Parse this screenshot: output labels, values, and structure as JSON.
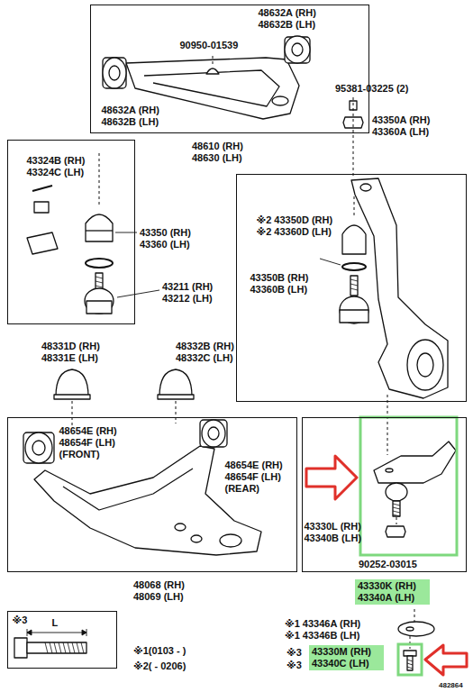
{
  "diagram": {
    "nodes": [
      {
        "text": [
          "48632A (RH) 48632B (LH)",
          "90950-01539",
          "48632A (RH) 48632B (LH)"
        ]
      },
      {
        "text": [
          "43324B (RH) 43324C (LH)"
        ]
      },
      {
        "text": [
          "※2 43350D (RH) ※2 43360D (LH)",
          "43350B (RH) 43360B (LH)"
        ]
      },
      {
        "text": [
          "48654E (RH) 48654F (LH) (FRONT)",
          "48654E (RH) 48654F (LH) (REAR)"
        ]
      },
      {
        "text": [
          "43330L (RH) 43340B (LH)"
        ]
      },
      {
        "text": [
          "43330K (RH) 43340A (LH)"
        ]
      },
      {
        "text": [
          "43330M (RH) 43340C (LH)"
        ]
      },
      {
        "text": [
          "※3",
          "L"
        ]
      }
    ],
    "labels": [
      "48610 (RH) 48630 (LH)",
      "95381-03225 (2)",
      "43350A (RH) 43360A (LH)",
      "43350 (RH) 43360 (LH)",
      "43211 (RH) 43212 (LH)",
      "48331D (RH) 48331E (LH)",
      "48332B (RH) 48332C (LH)",
      "48068 (RH) 48069 (LH)",
      "90252-03015",
      "※1 43346A (RH) ※1 43346B (LH)",
      "※3",
      "※3",
      "※1(0103 - )",
      "※2( - 0206)",
      "482864"
    ]
  }
}
